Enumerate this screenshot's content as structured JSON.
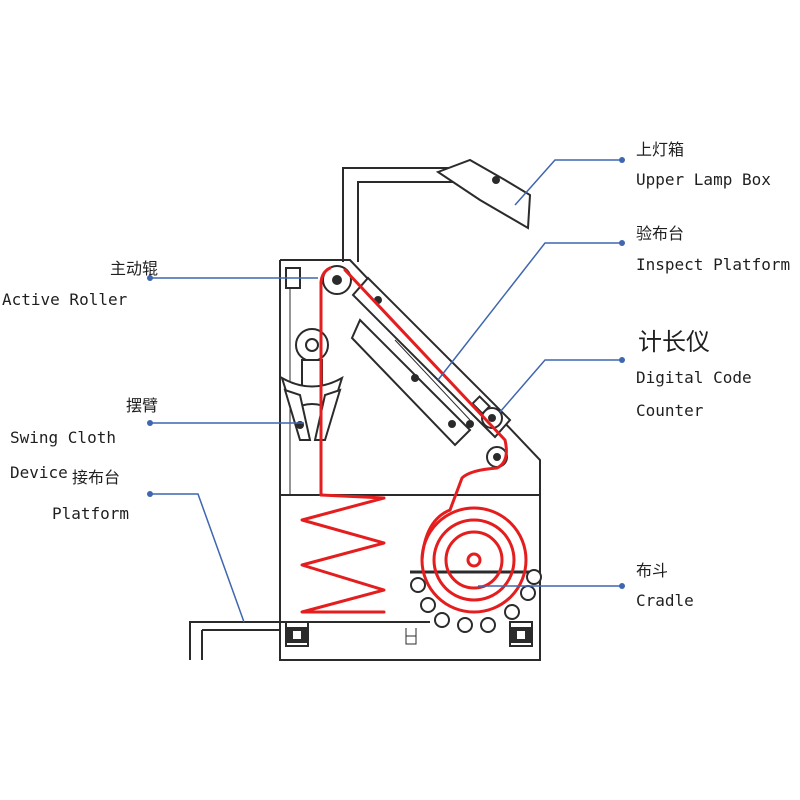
{
  "labels": {
    "upper_lamp_box": {
      "zh": "上灯箱",
      "en": "Upper Lamp Box"
    },
    "inspect_platform": {
      "zh": "验布台",
      "en": "Inspect Platform"
    },
    "digital_code_counter": {
      "zh": "计长仪",
      "en_line1": "Digital Code",
      "en_line2": "Counter"
    },
    "active_roller": {
      "zh": "主动辊",
      "en": "Active Roller"
    },
    "swing_cloth_device": {
      "zh": "摆臂",
      "en_line1": "Swing Cloth",
      "en_line2": "Device"
    },
    "platform": {
      "zh": "接布台",
      "en": "Platform"
    },
    "cradle": {
      "zh": "布斗",
      "en": "Cradle"
    }
  },
  "colors": {
    "machine_line": "#2b2b2b",
    "cloth_path": "#e41e1e",
    "leader_line": "#3f66b0",
    "leader_dot": "#3f66b0"
  }
}
